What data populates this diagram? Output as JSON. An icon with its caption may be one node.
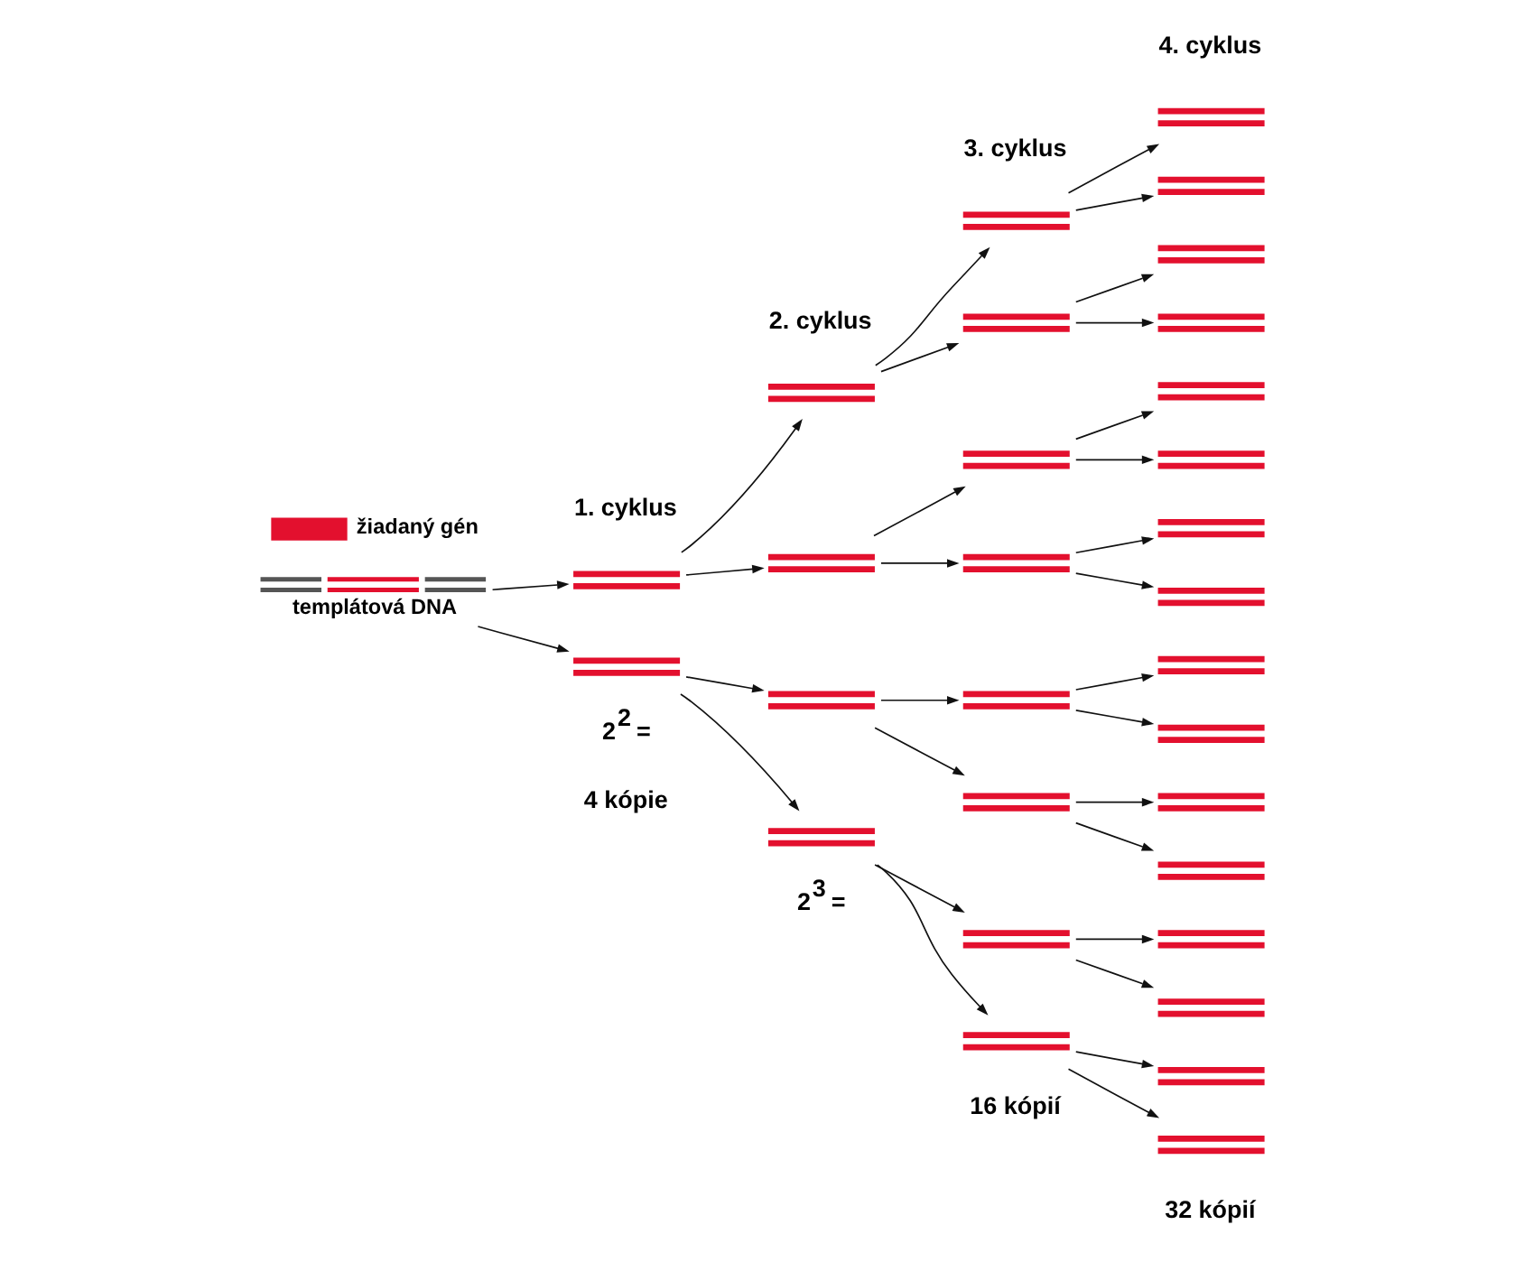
{
  "diagram": {
    "nodes": [
      {
        "text": [],
        "shape": "bar",
        "beside": [
          "templátová DNA"
        ]
      },
      {
        "text": [],
        "shape": "bar"
      },
      {
        "text": [],
        "shape": "bar"
      },
      {
        "text": [],
        "shape": "bar"
      },
      {
        "text": [],
        "shape": "bar"
      },
      {
        "text": [],
        "shape": "bar"
      },
      {
        "text": [],
        "shape": "bar"
      },
      {
        "text": [],
        "shape": "bar"
      },
      {
        "text": [],
        "shape": "bar"
      },
      {
        "text": [],
        "shape": "bar"
      },
      {
        "text": [],
        "shape": "bar"
      },
      {
        "text": [],
        "shape": "bar"
      },
      {
        "text": [],
        "shape": "bar"
      },
      {
        "text": [],
        "shape": "bar"
      },
      {
        "text": [],
        "shape": "bar"
      },
      {
        "text": [],
        "shape": "bar"
      },
      {
        "text": [],
        "shape": "bar"
      },
      {
        "text": [],
        "shape": "bar"
      },
      {
        "text": [],
        "shape": "bar"
      },
      {
        "text": [],
        "shape": "bar"
      },
      {
        "text": [],
        "shape": "bar"
      },
      {
        "text": [],
        "shape": "bar"
      },
      {
        "text": [],
        "shape": "bar"
      },
      {
        "text": [],
        "shape": "bar"
      },
      {
        "text": [],
        "shape": "bar"
      },
      {
        "text": [],
        "shape": "bar"
      },
      {
        "text": [],
        "shape": "bar"
      },
      {
        "text": [],
        "shape": "bar"
      },
      {
        "text": [],
        "shape": "bar"
      },
      {
        "text": [],
        "shape": "bar"
      },
      {
        "text": [],
        "shape": "bar"
      }
    ],
    "edges": [
      {
        "from": 0,
        "to": 1,
        "arrow": "to"
      },
      {
        "from": 0,
        "to": 2,
        "arrow": "to"
      },
      {
        "from": 1,
        "to": 3,
        "arrow": "to"
      },
      {
        "from": 1,
        "to": 4,
        "arrow": "to"
      },
      {
        "from": 2,
        "to": 5,
        "arrow": "to"
      },
      {
        "from": 2,
        "to": 6,
        "arrow": "to"
      },
      {
        "from": 3,
        "to": 7,
        "arrow": "to"
      },
      {
        "from": 3,
        "to": 8,
        "arrow": "to"
      },
      {
        "from": 4,
        "to": 9,
        "arrow": "to"
      },
      {
        "from": 4,
        "to": 10,
        "arrow": "to"
      },
      {
        "from": 5,
        "to": 11,
        "arrow": "to"
      },
      {
        "from": 5,
        "to": 12,
        "arrow": "to"
      },
      {
        "from": 6,
        "to": 13,
        "arrow": "to"
      },
      {
        "from": 6,
        "to": 14,
        "arrow": "to"
      },
      {
        "from": 7,
        "to": 15,
        "arrow": "to"
      },
      {
        "from": 7,
        "to": 16,
        "arrow": "to"
      },
      {
        "from": 8,
        "to": 17,
        "arrow": "to"
      },
      {
        "from": 8,
        "to": 18,
        "arrow": "to"
      },
      {
        "from": 9,
        "to": 19,
        "arrow": "to"
      },
      {
        "from": 9,
        "to": 20,
        "arrow": "to"
      },
      {
        "from": 10,
        "to": 21,
        "arrow": "to"
      },
      {
        "from": 10,
        "to": 22,
        "arrow": "to"
      },
      {
        "from": 11,
        "to": 23,
        "arrow": "to"
      },
      {
        "from": 11,
        "to": 24,
        "arrow": "to"
      },
      {
        "from": 12,
        "to": 25,
        "arrow": "to"
      },
      {
        "from": 12,
        "to": 26,
        "arrow": "to"
      },
      {
        "from": 13,
        "to": 27,
        "arrow": "to"
      },
      {
        "from": 13,
        "to": 28,
        "arrow": "to"
      },
      {
        "from": 14,
        "to": 29,
        "arrow": "to"
      },
      {
        "from": 14,
        "to": 30,
        "arrow": "to"
      }
    ],
    "labels": [
      "4. cyklus",
      "3. cyklus",
      "2. cyklus",
      "1. cyklus",
      "2$^{2}$ =",
      "4 kópie",
      "2$^{3}$ =",
      "16 kópií",
      "32 kópií"
    ],
    "legend": [
      {
        "text": "žiadaný gén"
      }
    ]
  }
}
